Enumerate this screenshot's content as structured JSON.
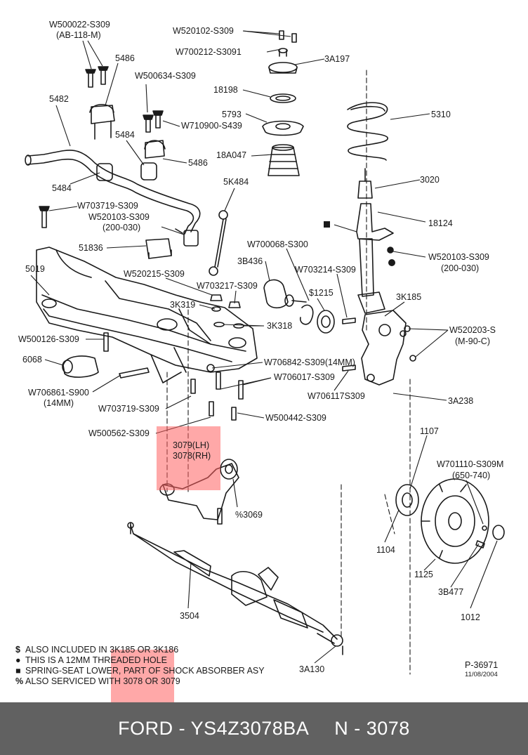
{
  "labels": {
    "w500022": "W500022-S309",
    "ab118m": "(AB-118-M)",
    "p5486a": "5486",
    "p5482": "5482",
    "w500634": "W500634-S309",
    "w710900": "W710900-S439",
    "p5484a": "5484",
    "p5486b": "5486",
    "p5484b": "5484",
    "w703719a": "W703719-S309",
    "w520103a": "W520103-S309",
    "tq200030a": "(200-030)",
    "p51836": "51836",
    "p5019": "5019",
    "w520215": "W520215-S309",
    "w703217": "W703217-S309",
    "p3k319": "3K319",
    "p3k318": "3K318",
    "w500126": "W500126-S309",
    "p6068": "6068",
    "w706861": "W706861-S900",
    "mm14a": "(14MM)",
    "w703719b": "W703719-S309",
    "w500562": "W500562-S309",
    "w706842": "W706842-S309(14MM)",
    "w706017": "W706017-S309",
    "w500442": "W500442-S309",
    "p3079": "3079(LH)",
    "p3078": "3078(RH)",
    "p3069": "%3069",
    "w520102": "W520102-S309",
    "w700212": "W700212-S3091",
    "p3a197": "3A197",
    "p18198": "18198",
    "p5793": "5793",
    "p18a047": "18A047",
    "p5310": "5310",
    "p5k484": "5K484",
    "p3020": "3020",
    "p18124": "18124",
    "w520103b": "W520103-S309",
    "tq200030b": "(200-030)",
    "w700068": "W700068-S300",
    "p3b436": "3B436",
    "w703214": "W703214-S309",
    "p1215": "$1215",
    "p3k185": "3K185",
    "w520203": "W520203-S",
    "m90c": "(M-90-C)",
    "w706117": "W706117S309",
    "p3a238": "3A238",
    "p1107": "1107",
    "w701110": "W701110-S309M",
    "tq650740": "(650-740)",
    "p1104": "1104",
    "p1125": "1125",
    "p3b477": "3B477",
    "p1012": "1012",
    "p3504": "3504",
    "p3a130": "3A130"
  },
  "notes": [
    {
      "symbol": "$",
      "text": "ALSO INCLUDED IN 3K185 OR 3K186"
    },
    {
      "symbol": "●",
      "text": "THIS IS A 12MM THREADED HOLE"
    },
    {
      "symbol": "■",
      "text": "SPRING-SEAT LOWER, PART OF SHOCK ABSORBER ASY"
    },
    {
      "symbol": "%",
      "text": "ALSO SERVICED WITH 3078 OR 3079"
    }
  ],
  "drawing_ref": "P-36971",
  "drawing_date": "11/08/2004",
  "footer": {
    "brand_part": "FORD - YS4Z3078BA",
    "catalog_ref": "N - 3078"
  },
  "colors": {
    "highlight": "#ff6060",
    "footer_bg": "#616161",
    "ink": "#1a1a1a"
  }
}
